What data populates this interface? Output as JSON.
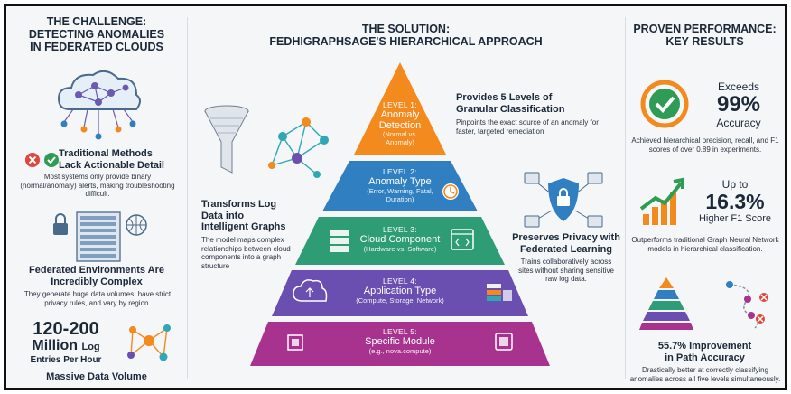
{
  "challenge": {
    "heading_line1": "THE CHALLENGE:",
    "heading_line2": "DETECTING ANOMALIES",
    "heading_line3": "IN FEDERATED CLOUDS",
    "traditional_title_line1": "Traditional Methods",
    "traditional_title_line2": "Lack Actionable Detail",
    "traditional_text": "Most systems only provide binary (normal/anomaly) alerts, making troubleshooting difficult.",
    "federated_title_line1": "Federated Environments Are",
    "federated_title_line2": "Incredibly Complex",
    "federated_text": "They generate huge data volumes, have strict privacy rules, and vary by region.",
    "volume_number": "120-200",
    "volume_unit": "Million",
    "volume_log": "Log",
    "volume_per": "Entries Per Hour",
    "volume_caption": "Massive Data Volume"
  },
  "solution": {
    "heading_line1": "THE SOLUTION:",
    "heading_line2": "FEDHIGRAPHSAGE'S HIERARCHICAL APPROACH",
    "transform_title_line1": "Transforms Log",
    "transform_title_line2": "Data into",
    "transform_title_line3": "Intelligent Graphs",
    "transform_text": "The model maps complex relationships between cloud components into a graph structure",
    "levels_title_line1": "Provides 5 Levels of",
    "levels_title_line2": "Granular Classification",
    "levels_text": "Pinpoints the exact source of an anomaly for faster, targeted remediation",
    "privacy_title_line1": "Preserves Privacy with",
    "privacy_title_line2": "Federated Learning",
    "privacy_text": "Trains collaboratively across sites without sharing sensitive raw log data.",
    "levels": [
      {
        "num": "LEVEL 1:",
        "name_line1": "Anomaly",
        "name_line2": "Detection",
        "detail": "(Normal vs. Anomaly)",
        "color": "#f28a1e"
      },
      {
        "num": "LEVEL 2:",
        "name_line1": "Anomaly Type",
        "name_line2": "",
        "detail": "(Error, Warning, Fatal, Duration)",
        "color": "#2f7fc1"
      },
      {
        "num": "LEVEL 3:",
        "name_line1": "Cloud Component",
        "name_line2": "",
        "detail": "(Hardware vs. Software)",
        "color": "#2e9c74"
      },
      {
        "num": "LEVEL 4:",
        "name_line1": "Application Type",
        "name_line2": "",
        "detail": "(Compute, Storage, Network)",
        "color": "#6a4fb0"
      },
      {
        "num": "LEVEL 5:",
        "name_line1": "Specific Module",
        "name_line2": "",
        "detail": "(e.g., nova.compute)",
        "color": "#a8338f"
      }
    ]
  },
  "results": {
    "heading_line1": "PROVEN PERFORMANCE:",
    "heading_line2": "KEY RESULTS",
    "accuracy_pre": "Exceeds",
    "accuracy_value": "99%",
    "accuracy_post": "Accuracy",
    "accuracy_text": "Achieved hierarchical precision, recall, and F1 scores of over 0.89 in experiments.",
    "f1_pre": "Up to",
    "f1_value": "16.3%",
    "f1_post": "Higher F1 Score",
    "f1_text": "Outperforms traditional Graph Neural Network models in hierarchical classification.",
    "path_title_line1": "55.7% Improvement",
    "path_title_line2": "in Path Accuracy",
    "path_text": "Drastically better at correctly classifying anomalies across all five levels simultaneously."
  },
  "colors": {
    "orange": "#f28a1e",
    "blue": "#2f7fc1",
    "green": "#2e9c74",
    "purple": "#6a4fb0",
    "magenta": "#a8338f",
    "teal": "#2fa7b5",
    "dark": "#1b2838"
  }
}
